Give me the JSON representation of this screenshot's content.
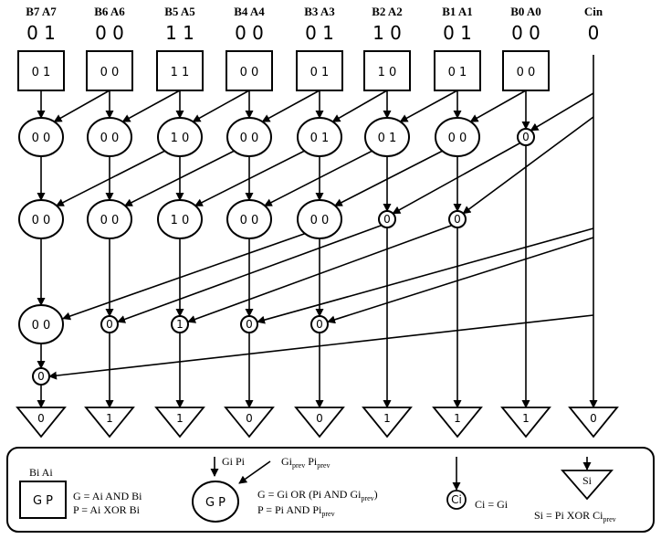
{
  "columns": [
    {
      "header": "B7 A7",
      "bits": "0 1",
      "box": "0 1",
      "l1": "0 0",
      "l2": "0 0",
      "l3": "0 0",
      "l4": "0",
      "sum": "0"
    },
    {
      "header": "B6 A6",
      "bits": "0 0",
      "box": "0 0",
      "l1": "0 0",
      "l2": "0 0",
      "l3": "0",
      "sum": "1"
    },
    {
      "header": "B5 A5",
      "bits": "1 1",
      "box": "1 1",
      "l1": "1 0",
      "l2": "1 0",
      "l3": "1",
      "sum": "1"
    },
    {
      "header": "B4 A4",
      "bits": "0 0",
      "box": "0 0",
      "l1": "0 0",
      "l2": "0 0",
      "l3": "0",
      "sum": "0"
    },
    {
      "header": "B3 A3",
      "bits": "0 1",
      "box": "0 1",
      "l1": "0 1",
      "l2": "0 0",
      "l3": "0",
      "sum": "0"
    },
    {
      "header": "B2 A2",
      "bits": "1 0",
      "box": "1 0",
      "l1": "0 1",
      "l2": "0",
      "sum": "1"
    },
    {
      "header": "B1 A1",
      "bits": "0 1",
      "box": "0 1",
      "l1": "0 0",
      "l2": "0",
      "sum": "1"
    },
    {
      "header": "B0 A0",
      "bits": "0 0",
      "box": "0 0",
      "l1": "0",
      "sum": "1"
    }
  ],
  "cin": {
    "header": "Cin",
    "bits": "0",
    "sum": "0"
  },
  "legend": {
    "box_top": "Bi Ai",
    "box_label": "G P",
    "box_eq1": "G = Ai AND Bi",
    "box_eq2": "P = Ai XOR Bi",
    "circ_in1": "Gi Pi",
    "circ_in2_a": "Gi",
    "circ_in2_b": "prev",
    "circ_in2_c": " Pi",
    "circ_in2_d": "prev",
    "circ_label": "G P",
    "circ_eq1_a": "G = Gi OR (Pi AND Gi",
    "circ_eq1_b": "prev",
    "circ_eq1_c": ")",
    "circ_eq2_a": "P = Pi AND Pi",
    "circ_eq2_b": "prev",
    "small_label": "Ci",
    "small_eq": "Ci = Gi",
    "tri_label": "Si",
    "tri_eq_a": "Si = Pi XOR Ci",
    "tri_eq_b": "prev"
  }
}
